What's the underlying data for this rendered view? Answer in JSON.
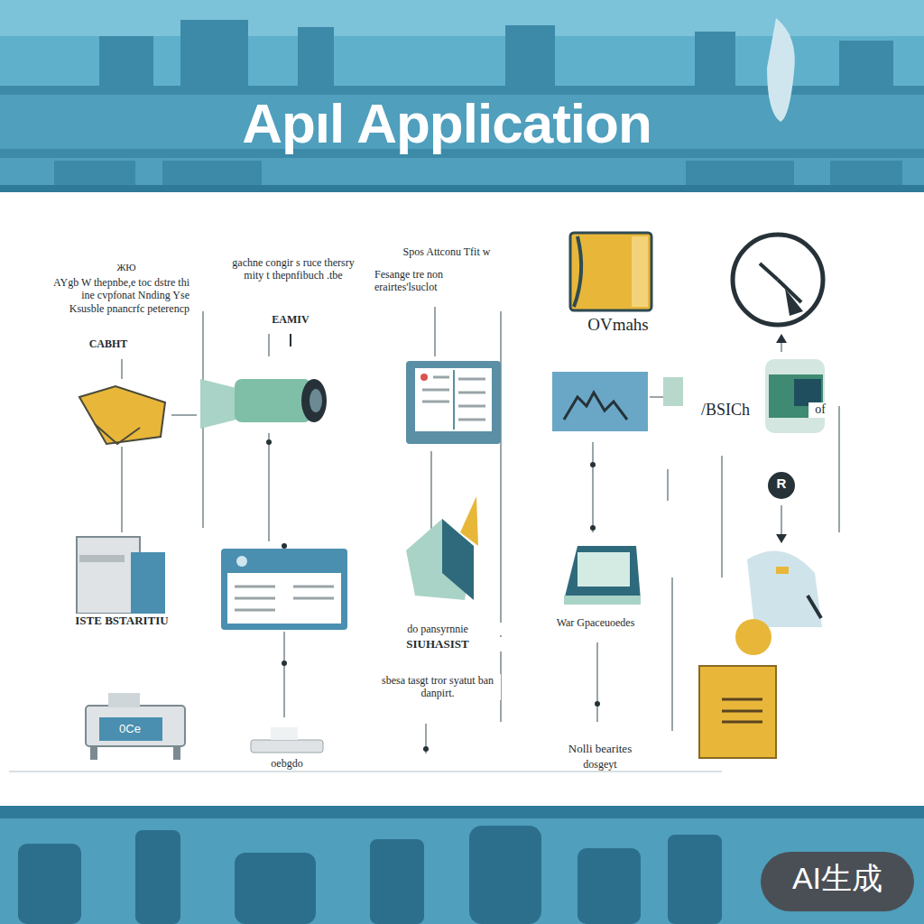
{
  "diagram": {
    "title": "Apıl Application",
    "labels": [
      "ЖЮ",
      "AYgb W thepnbe,e toc dstre thi ine cvpfonat Nnding Yse Ksusble pnancrfc peterencp",
      "CABHT",
      "gachne congir s ruce thersry mity t thepnfibuch .tbe",
      "EAMIV",
      "Spos Attconu Tfit w",
      "Fesange tre non erairtes'lsuclot",
      "OVmahs",
      "/BSICh",
      "of",
      "ISTE BSTARITIU",
      "do pansyrnnie",
      "SIUHASIST",
      "sbesa tasgt tror syatut ban danpirt.",
      "War Gpaceuoedes",
      "0Ce",
      "oebgdo",
      "Nolli bearites",
      "dosgeyt",
      "AI生成",
      "R"
    ]
  }
}
